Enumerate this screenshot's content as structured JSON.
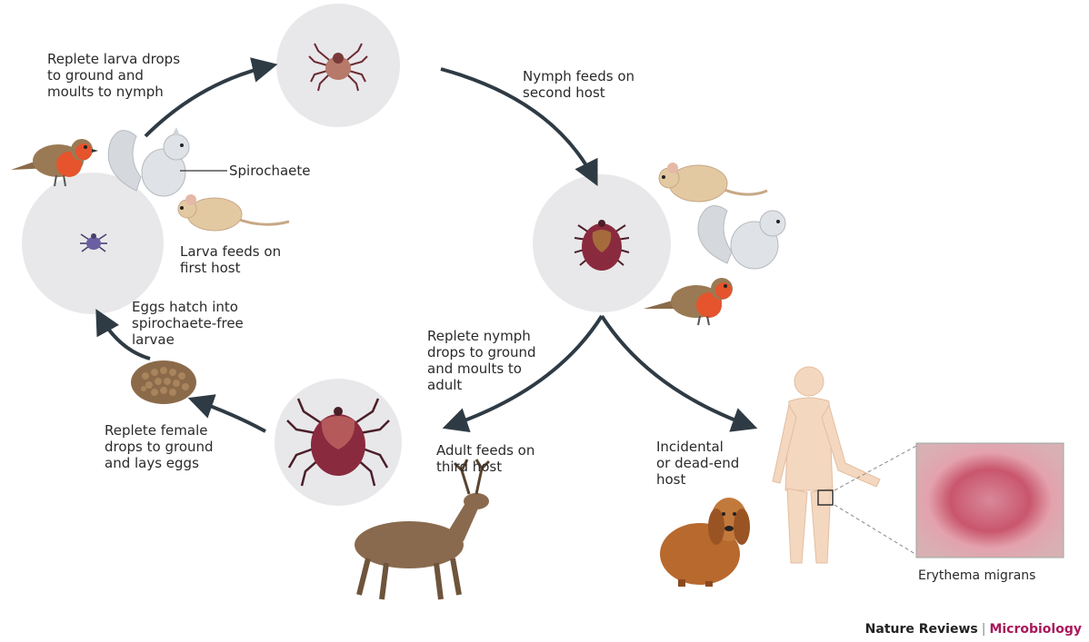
{
  "labels": {
    "larva_drops": "Replete larva drops\nto ground and\nmoults to nymph",
    "nymph_feeds": "Nymph feeds on\nsecond host",
    "spirochaete": "Spirochaete",
    "larva_feeds": "Larva feeds on\nfirst host",
    "eggs_hatch": "Eggs hatch into\nspirochaete-free\nlarvae",
    "nymph_drops": "Replete nymph\ndrops to ground\nand moults to\nadult",
    "female_drops": "Replete female\ndrops to ground\nand lays eggs",
    "adult_feeds": "Adult feeds on\nthird host",
    "incidental": "Incidental\nor dead-end\nhost",
    "erythema": "Erythema migrans"
  },
  "credit": {
    "journal": "Nature Reviews",
    "separator": "|",
    "section": "Microbiology"
  },
  "colors": {
    "circle": "#e8e8ea",
    "arrow": "#2f3b44",
    "tick": "#8a2a3e",
    "rash": "#c9566d",
    "skin": "#f4d7bf",
    "credit_accent": "#a8185a"
  }
}
